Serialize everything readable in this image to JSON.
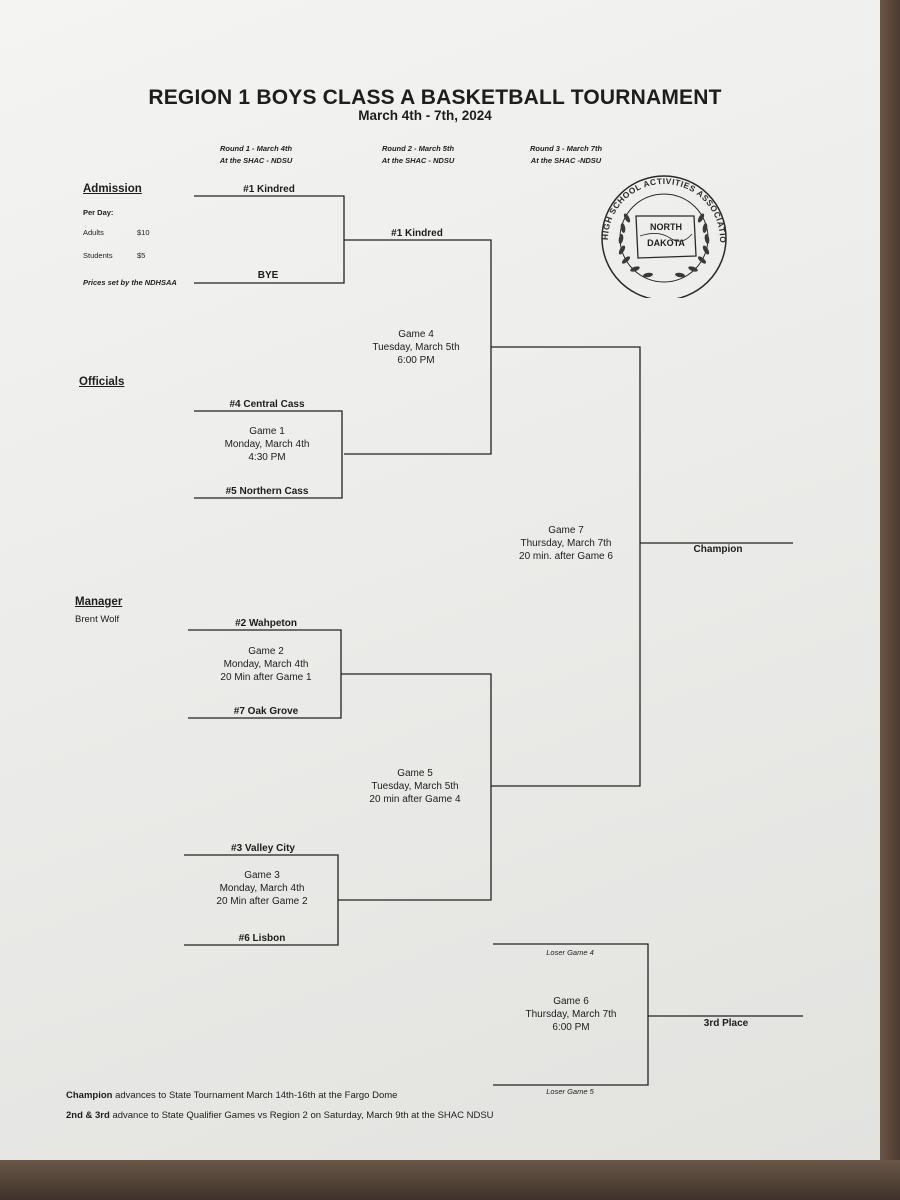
{
  "header": {
    "title": "REGION 1 BOYS CLASS A BASKETBALL TOURNAMENT",
    "dates": "March 4th - 7th, 2024"
  },
  "rounds": [
    {
      "label": "Round 1 - March 4th",
      "venue": "At the SHAC - NDSU"
    },
    {
      "label": "Round 2 - March 5th",
      "venue": "At the SHAC - NDSU"
    },
    {
      "label": "Round 3 - March 7th",
      "venue": "At the SHAC -NDSU"
    }
  ],
  "admission": {
    "heading": "Admission",
    "per_day": "Per Day:",
    "adults_label": "Adults",
    "adults_price": "$10",
    "students_label": "Students",
    "students_price": "$5",
    "note": "Prices set by the NDHSAA"
  },
  "officials": {
    "heading": "Officials"
  },
  "manager": {
    "heading": "Manager",
    "name": "Brent Wolf"
  },
  "round1": [
    {
      "top": "#1 Kindred",
      "bottom": "BYE"
    },
    {
      "top": "#4 Central Cass",
      "bottom": "#5 Northern Cass",
      "game": "Game 1",
      "day": "Monday, March 4th",
      "time": "4:30 PM"
    },
    {
      "top": "#2 Wahpeton",
      "bottom": "#7 Oak Grove",
      "game": "Game 2",
      "day": "Monday, March 4th",
      "time": "20 Min after Game 1"
    },
    {
      "top": "#3 Valley City",
      "bottom": "#6 Lisbon",
      "game": "Game 3",
      "day": "Monday, March 4th",
      "time": "20 Min after Game 2"
    }
  ],
  "round2": [
    {
      "top": "#1 Kindred",
      "game": "Game 4",
      "day": "Tuesday, March 5th",
      "time": "6:00 PM"
    },
    {
      "game": "Game 5",
      "day": "Tuesday, March 5th",
      "time": "20 min after Game 4"
    }
  ],
  "final": {
    "game": "Game 7",
    "day": "Thursday, March 7th",
    "time": "20 min. after Game 6",
    "winner_label": "Champion"
  },
  "third": {
    "top": "Loser Game 4",
    "bottom": "Loser Game 5",
    "game": "Game 6",
    "day": "Thursday, March 7th",
    "time": "6:00 PM",
    "winner_label": "3rd Place"
  },
  "seal": {
    "ring_text": "HIGH SCHOOL ACTIVITIES ASSOCIATION",
    "state_line1": "NORTH",
    "state_line2": "DAKOTA"
  },
  "footer": {
    "line1_bold": "Champion",
    "line1_rest": " advances to State Tournament March 14th-16th at the Fargo Dome",
    "line2_bold": "2nd & 3rd",
    "line2_rest": " advance to State Qualifier Games vs Region 2 on Saturday, March 9th at the SHAC NDSU"
  }
}
